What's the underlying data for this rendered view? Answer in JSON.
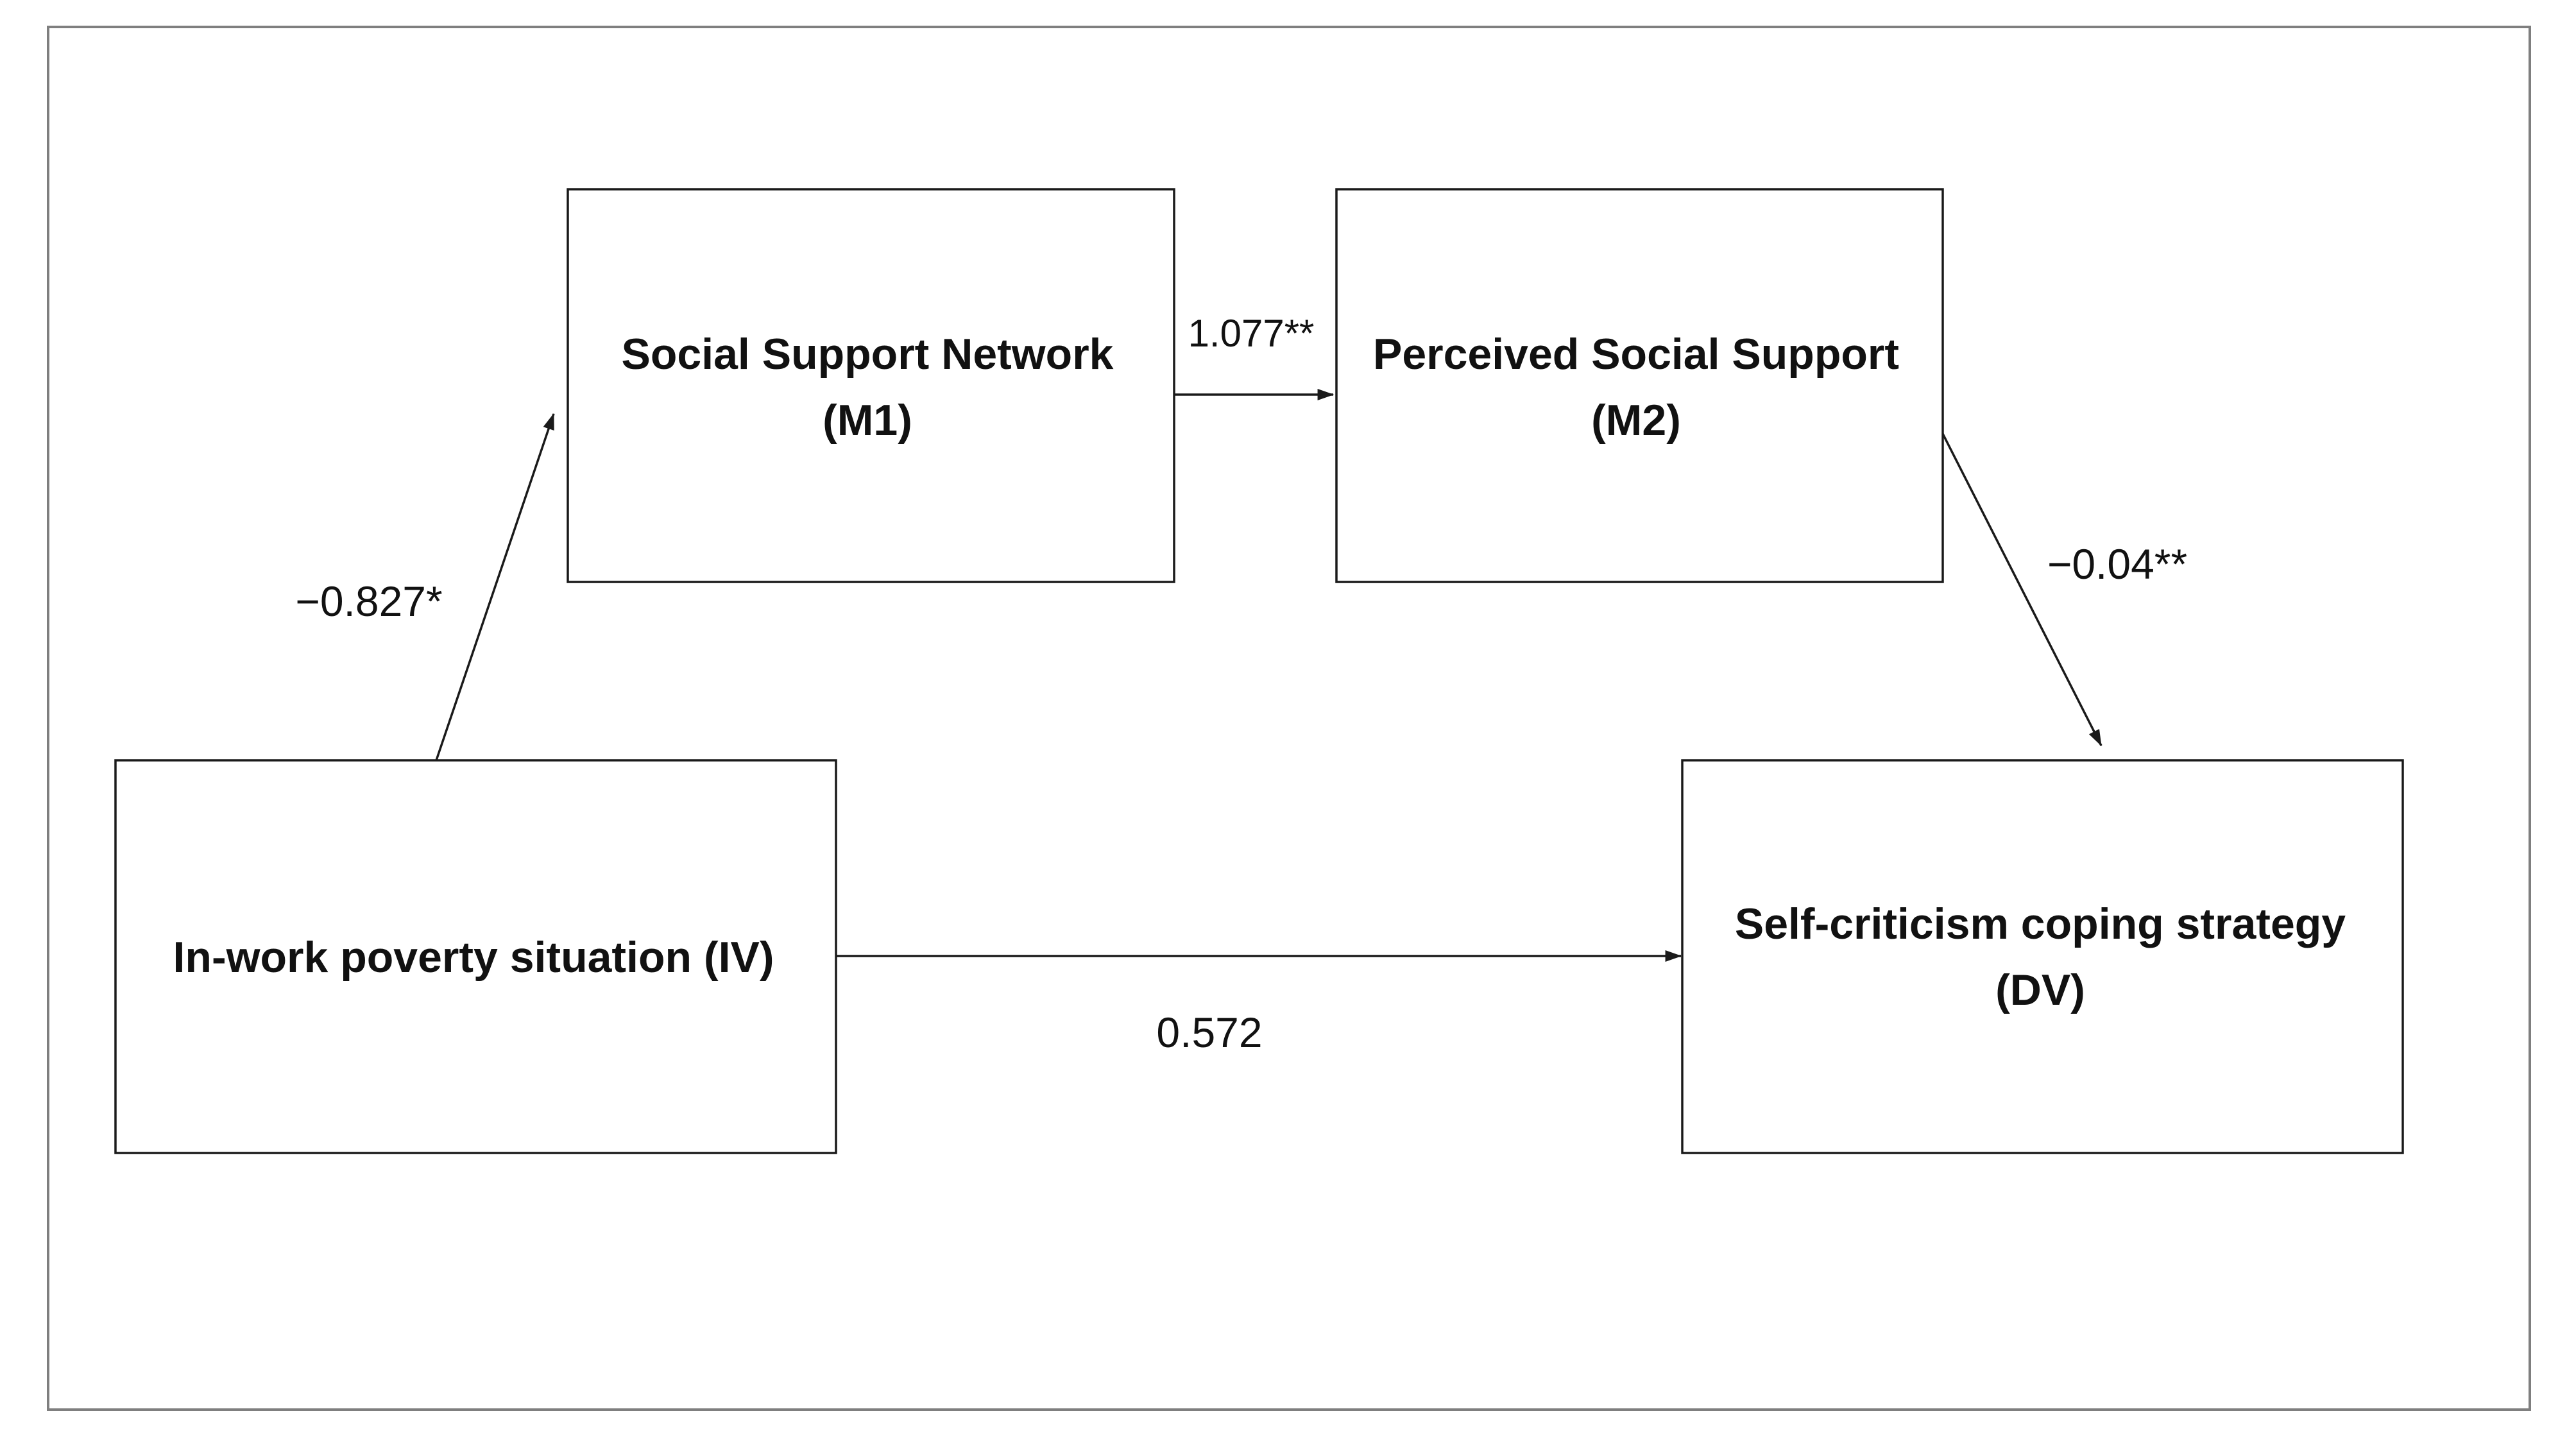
{
  "diagram": {
    "nodes": {
      "iv": {
        "line1": "In-work poverty situation (IV)",
        "line2": ""
      },
      "m1": {
        "line1": "Social Support Network",
        "line2": "(M1)"
      },
      "m2": {
        "line1": "Perceived Social Support",
        "line2": "(M2)"
      },
      "dv": {
        "line1": "Self-criticism coping strategy",
        "line2": "(DV)"
      }
    },
    "edges": {
      "iv_to_m1": {
        "coefficient": "−0.827*"
      },
      "m1_to_m2": {
        "coefficient": "1.077**"
      },
      "m2_to_dv": {
        "coefficient": "−0.04**"
      },
      "iv_to_dv": {
        "coefficient": "0.572"
      }
    }
  }
}
